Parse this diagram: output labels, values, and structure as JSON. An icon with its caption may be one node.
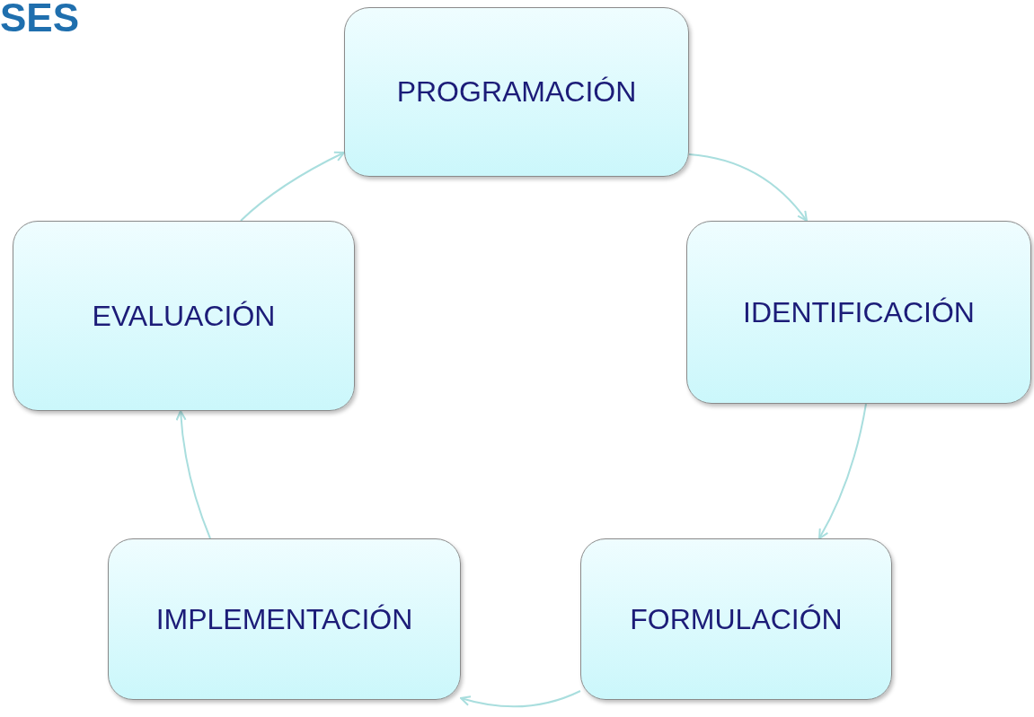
{
  "diagram": {
    "title": "SES",
    "nodes": [
      {
        "text": [
          "PROGRAMACIÓN"
        ]
      },
      {
        "text": [
          "IDENTIFICACIÓN"
        ]
      },
      {
        "text": [
          "FORMULACIÓN"
        ]
      },
      {
        "text": [
          "IMPLEMENTACIÓN"
        ]
      },
      {
        "text": [
          "EVALUACIÓN"
        ]
      }
    ],
    "edges": [
      {
        "from": 0,
        "to": 1,
        "arrow": "to"
      },
      {
        "from": 1,
        "to": 2,
        "arrow": "to"
      },
      {
        "from": 2,
        "to": 3,
        "arrow": "to"
      },
      {
        "from": 3,
        "to": 4,
        "arrow": "to"
      },
      {
        "from": 4,
        "to": 0,
        "arrow": "to"
      }
    ]
  }
}
